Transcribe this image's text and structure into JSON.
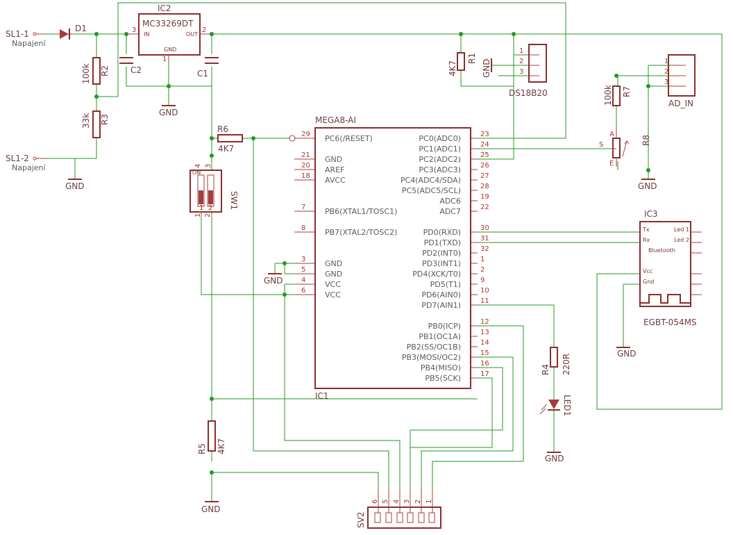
{
  "parts": {
    "ic2": {
      "name": "IC2",
      "value": "MC33269DT",
      "pin_in": "IN",
      "pin_out": "OUT",
      "pin_gnd": "GND",
      "pin_num_in": "3",
      "pin_num_out": "2",
      "pin_num_gnd": "1"
    },
    "d1": "D1",
    "sl1_1": {
      "name": "SL1-1",
      "label": "Napajení"
    },
    "sl1_2": {
      "name": "SL1-2",
      "label": "Napajení"
    },
    "r1": {
      "name": "R1",
      "value": "4K7"
    },
    "r2": {
      "name": "R2",
      "value": "100k"
    },
    "r3": {
      "name": "R3",
      "value": "33k"
    },
    "r4": {
      "name": "R4",
      "value": "220R"
    },
    "r5": {
      "name": "R5",
      "value": "4K7"
    },
    "r6": {
      "name": "R6",
      "value": "4K7"
    },
    "r7": {
      "name": "R7",
      "value": "100k"
    },
    "r8": {
      "name": "R8",
      "a": "A",
      "s": "S",
      "e": "E"
    },
    "c1": "C1",
    "c2": "C2",
    "sw1": {
      "name": "SW1",
      "on": "ON",
      "n1": "1",
      "n2": "2",
      "n3": "3",
      "n4": "4"
    },
    "ds": {
      "name": "DS18B20",
      "gnd": "GND",
      "pins": [
        "1",
        "2",
        "3"
      ]
    },
    "ad": {
      "name": "AD_IN",
      "pins": [
        "1",
        "2",
        "3"
      ]
    },
    "ic1": {
      "name": "IC1",
      "value": "MEGA8-AI"
    },
    "ic3": {
      "name": "IC3",
      "value": "EGBT-054MS",
      "title": "Bluetooth",
      "tx": "Tx",
      "rx": "Rx",
      "led1": "Led 1",
      "led2": "Led 2",
      "vcc": "Vcc",
      "gnd": "Gnd"
    },
    "led1": "LED1",
    "sv2": {
      "name": "SV2",
      "pins": [
        "6",
        "5",
        "4",
        "3",
        "2",
        "1"
      ]
    },
    "gnd": "GND"
  },
  "mcu": {
    "left_pins": [
      {
        "num": "29",
        "name": "PC6(/RESET)"
      },
      {
        "num": "21",
        "name": "GND"
      },
      {
        "num": "20",
        "name": "AREF"
      },
      {
        "num": "18",
        "name": "AVCC"
      },
      {
        "num": "7",
        "name": "PB6(XTAL1/TOSC1)"
      },
      {
        "num": "8",
        "name": "PB7(XTAL2/TOSC2)"
      },
      {
        "num": "3",
        "name": "GND"
      },
      {
        "num": "5",
        "name": "GND"
      },
      {
        "num": "4",
        "name": "VCC"
      },
      {
        "num": "6",
        "name": "VCC"
      }
    ],
    "right_pins": [
      {
        "num": "23",
        "name": "PC0(ADC0)"
      },
      {
        "num": "24",
        "name": "PC1(ADC1)"
      },
      {
        "num": "25",
        "name": "PC2(ADC2)"
      },
      {
        "num": "26",
        "name": "PC3(ADC3)"
      },
      {
        "num": "27",
        "name": "PC4(ADC4/SDA)"
      },
      {
        "num": "28",
        "name": "PC5(ADC5/SCL)"
      },
      {
        "num": "19",
        "name": "ADC6"
      },
      {
        "num": "22",
        "name": "ADC7"
      },
      {
        "num": "30",
        "name": "PD0(RXD)"
      },
      {
        "num": "31",
        "name": "PD1(TXD)"
      },
      {
        "num": "32",
        "name": "PD2(INT0)"
      },
      {
        "num": "1",
        "name": "PD3(INT1)"
      },
      {
        "num": "2",
        "name": "PD4(XCK/T0)"
      },
      {
        "num": "9",
        "name": "PD5(T1)"
      },
      {
        "num": "10",
        "name": "PD6(AIN0)"
      },
      {
        "num": "11",
        "name": "PD7(AIN1)"
      },
      {
        "num": "12",
        "name": "PB0(ICP)"
      },
      {
        "num": "13",
        "name": "PB1(OC1A)"
      },
      {
        "num": "14",
        "name": "PB2(SS/OC1B)"
      },
      {
        "num": "15",
        "name": "PB3(MOSI/OC2)"
      },
      {
        "num": "16",
        "name": "PB4(MISO)"
      },
      {
        "num": "17",
        "name": "PB5(SCK)"
      }
    ]
  }
}
